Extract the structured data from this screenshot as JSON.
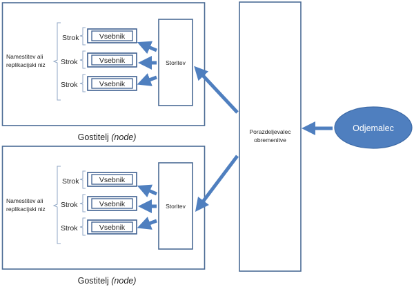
{
  "diagram": {
    "hosts": [
      {
        "label_main": "Gostitelj ",
        "label_italic": "(node)",
        "deployment_label_line1": "Namestitev ali",
        "deployment_label_line2": "replikacijski niz",
        "service_label": "Storitev",
        "pods": [
          {
            "label": "Strok",
            "container": "Vsebnik"
          },
          {
            "label": "Strok",
            "container": "Vsebnik"
          },
          {
            "label": "Strok",
            "container": "Vsebnik"
          }
        ]
      },
      {
        "label_main": "Gostitelj ",
        "label_italic": "(node)",
        "deployment_label_line1": "Namestitev ali",
        "deployment_label_line2": "replikacijski niz",
        "service_label": "Storitev",
        "pods": [
          {
            "label": "Strok",
            "container": "Vsebnik"
          },
          {
            "label": "Strok",
            "container": "Vsebnik"
          },
          {
            "label": "Strok",
            "container": "Vsebnik"
          }
        ]
      }
    ],
    "load_balancer": {
      "line1": "Porazdeljevalec",
      "line2": "obremenitve"
    },
    "client": {
      "label": "Odjemalec",
      "color": "#4f7fbf"
    },
    "colors": {
      "border": "#4a6a94",
      "arrow": "#4f7fbf"
    }
  }
}
